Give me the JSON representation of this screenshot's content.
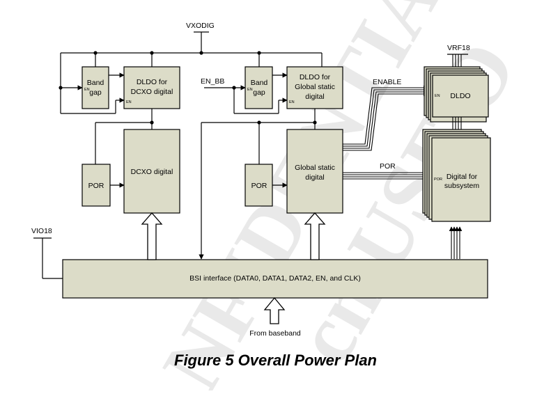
{
  "caption": "Figure 5 Overall Power Plan",
  "watermark": {
    "left_text": "NFIDENTIA",
    "right_text": "cn USE O",
    "color": "#d8d8d8"
  },
  "diagram": {
    "rails": {
      "vxodig": "VXODIG",
      "vrf18": "VRF18",
      "vio18": "VIO18"
    },
    "signals": {
      "en_bb": "EN_BB",
      "enable": "ENABLE",
      "por": "POR",
      "from_baseband": "From baseband"
    },
    "blocks": {
      "bandgap1": [
        "Band",
        "gap"
      ],
      "dldo_dcxo": [
        "DLDO for",
        "DCXO digital"
      ],
      "bandgap2": [
        "Band",
        "gap"
      ],
      "dldo_global": [
        "DLDO for",
        "Global static",
        "digital"
      ],
      "dldo_array": [
        "DLDO"
      ],
      "por1": [
        "POR"
      ],
      "dcxo_digital": [
        "DCXO digital"
      ],
      "por2": [
        "POR"
      ],
      "global_static": [
        "Global static",
        "digital"
      ],
      "digital_subsystem": [
        "Digital for",
        "subsystem"
      ],
      "bsi": [
        "BSI interface (DATA0, DATA1, DATA2, EN, and CLK)"
      ]
    },
    "pin_labels": {
      "en": "EN",
      "por": "POR"
    },
    "block_color": "#dcdcc8"
  }
}
